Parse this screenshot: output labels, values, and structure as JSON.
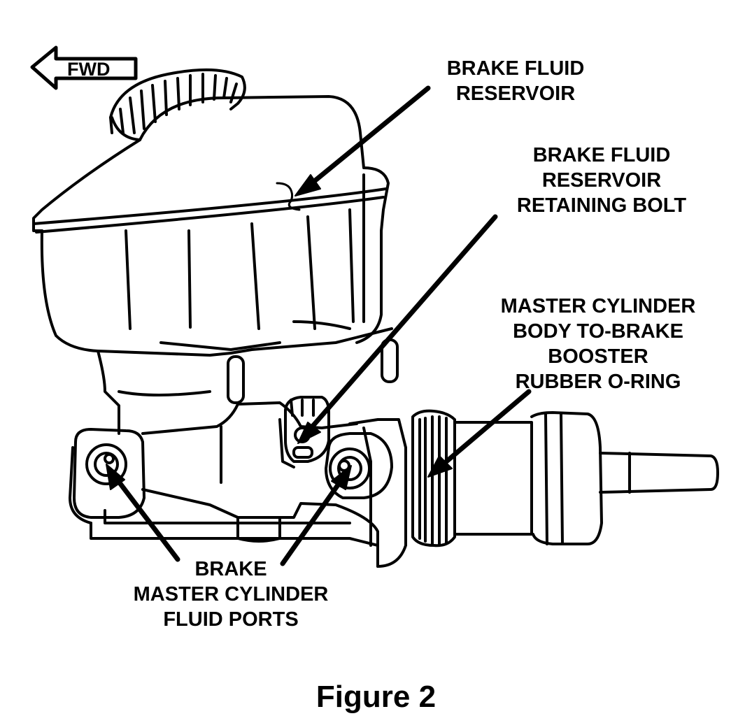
{
  "fwd_label": "FWD",
  "labels": {
    "reservoir": [
      "BRAKE FLUID",
      "RESERVOIR"
    ],
    "retaining_bolt": [
      "BRAKE FLUID",
      "RESERVOIR",
      "RETAINING BOLT"
    ],
    "o_ring": [
      "MASTER CYLINDER",
      "BODY TO-BRAKE",
      "BOOSTER",
      "RUBBER O-RING"
    ],
    "fluid_ports": [
      "BRAKE",
      "MASTER CYLINDER",
      "FLUID PORTS"
    ]
  },
  "caption": "Figure 2",
  "colors": {
    "ink": "#000000",
    "paper": "#ffffff"
  },
  "icons": {
    "direction": "left-arrow-icon"
  }
}
